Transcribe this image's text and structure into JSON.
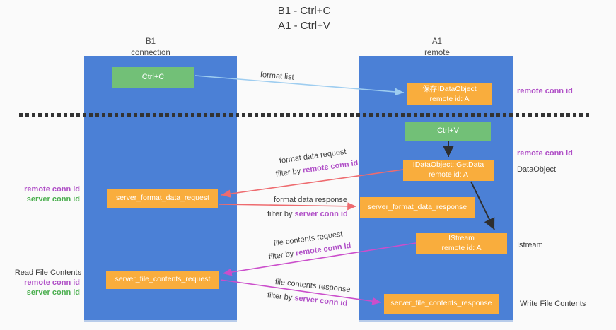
{
  "title": {
    "line1": "B1 - Ctrl+C",
    "line2": "A1 - Ctrl+V"
  },
  "columns": {
    "left": {
      "name": "B1",
      "role": "connection"
    },
    "right": {
      "name": "A1",
      "role": "remote"
    }
  },
  "nodes": {
    "ctrl_c": "Ctrl+C",
    "save_dataobject": {
      "line1": "保存IDataObject",
      "line2": "remote id: A"
    },
    "ctrl_v": "Ctrl+V",
    "getdata": {
      "line1": "IDataObject::GetData",
      "line2": "remote id: A"
    },
    "format_request": "server_format_data_request",
    "format_response": "server_format_data_response",
    "istream": {
      "line1": "IStream",
      "line2": "remote id: A"
    },
    "file_request": "server_file_contents_request",
    "file_response": "server_file_contents_response"
  },
  "side_labels": {
    "right_remote_conn_top": "remote conn id",
    "right_remote_conn_mid": "remote conn id",
    "dataobject": "DataObject",
    "istream": "Istream",
    "write_file": "Write File Contents",
    "left_remote_conn_1": "remote conn id",
    "left_server_conn_1": "server conn id",
    "read_file": "Read File Contents",
    "left_remote_conn_2": "remote conn id",
    "left_server_conn_2": "server conn id"
  },
  "flows": {
    "format_list": "format list",
    "format_data_request": {
      "line1": "format data request",
      "filter_prefix": "filter by ",
      "filter_key": "remote conn id"
    },
    "format_data_response": {
      "line1": "format data response",
      "filter_prefix": "filter by ",
      "filter_key": "server conn id"
    },
    "file_contents_request": {
      "line1": "file contents request",
      "filter_prefix": "filter by ",
      "filter_key": "remote conn id"
    },
    "file_contents_response": {
      "line1": "file contents response",
      "filter_prefix": "filter by ",
      "filter_key": "server conn id"
    }
  },
  "colors": {
    "column_blue": "#4b80d6",
    "box_green": "#72c077",
    "box_orange": "#f9ad3d",
    "purple_label": "#b04fc7",
    "green_label": "#4caf50",
    "arrow_red": "#ee6b6f",
    "arrow_magenta": "#cb4ecb",
    "arrow_lightblue": "#9ecdf0",
    "arrow_black": "#2e2e2e",
    "background": "#fafafa"
  }
}
